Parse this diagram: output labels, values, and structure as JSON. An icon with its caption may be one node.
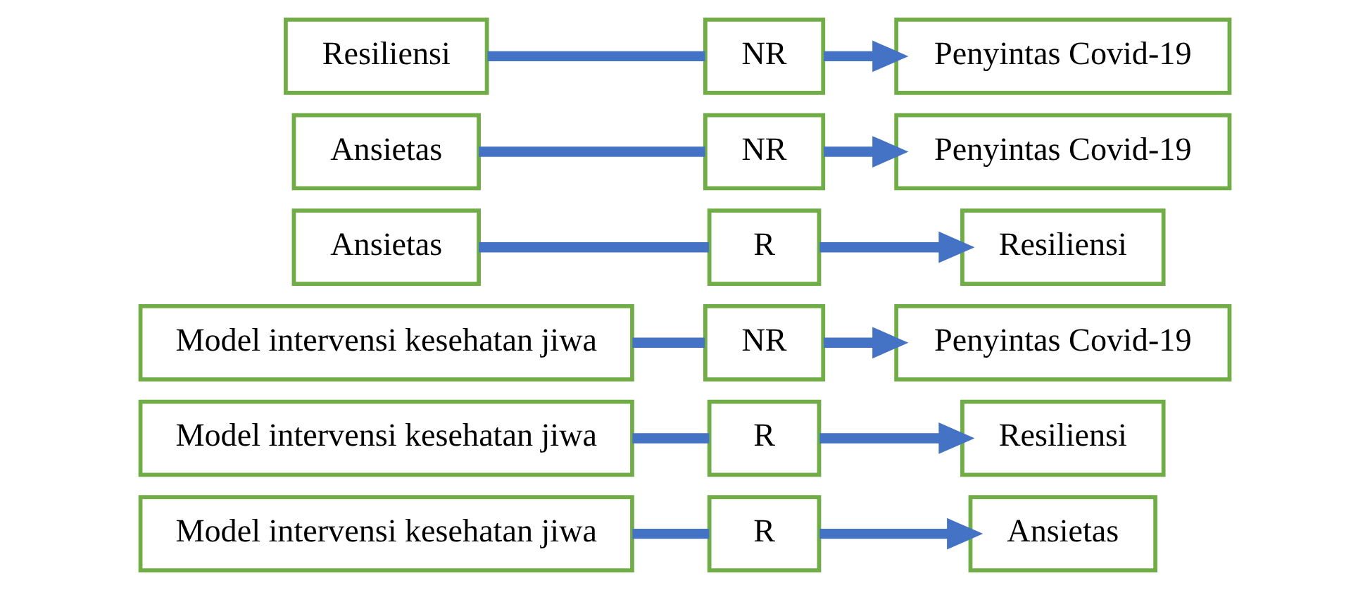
{
  "diagram": {
    "nodes": [
      {
        "text": [
          "Model intervensi kesehatan jiwa"
        ]
      },
      {
        "text": [
          "Model intervensi kesehatan jiwa"
        ]
      },
      {
        "text": [
          "Model intervensi kesehatan jiwa"
        ]
      },
      {
        "text": [
          "Ansietas"
        ]
      },
      {
        "text": [
          "Ansietas"
        ]
      },
      {
        "text": [
          "Resiliensi"
        ]
      },
      {
        "text": [
          "R"
        ]
      },
      {
        "text": [
          "R"
        ]
      },
      {
        "text": [
          "NR"
        ]
      },
      {
        "text": [
          "R"
        ]
      },
      {
        "text": [
          "NR"
        ]
      },
      {
        "text": [
          "NR"
        ]
      },
      {
        "text": [
          "Ansietas"
        ]
      },
      {
        "text": [
          "Resiliensi"
        ]
      },
      {
        "text": [
          "Penyintas Covid-19"
        ]
      },
      {
        "text": [
          "Resiliensi"
        ]
      },
      {
        "text": [
          "Penyintas Covid-19"
        ]
      },
      {
        "text": [
          "Penyintas Covid-19"
        ]
      }
    ],
    "edges": [
      {
        "from": 0,
        "to": 6,
        "arrow": "none"
      },
      {
        "from": 6,
        "to": 12,
        "arrow": "to"
      },
      {
        "from": 1,
        "to": 7,
        "arrow": "none"
      },
      {
        "from": 7,
        "to": 13,
        "arrow": "to"
      },
      {
        "from": 2,
        "to": 8,
        "arrow": "none"
      },
      {
        "from": 8,
        "to": 14,
        "arrow": "to"
      },
      {
        "from": 3,
        "to": 9,
        "arrow": "none"
      },
      {
        "from": 9,
        "to": 15,
        "arrow": "to"
      },
      {
        "from": 4,
        "to": 10,
        "arrow": "none"
      },
      {
        "from": 10,
        "to": 16,
        "arrow": "to"
      },
      {
        "from": 5,
        "to": 11,
        "arrow": "none"
      },
      {
        "from": 11,
        "to": 17,
        "arrow": "to"
      }
    ]
  }
}
